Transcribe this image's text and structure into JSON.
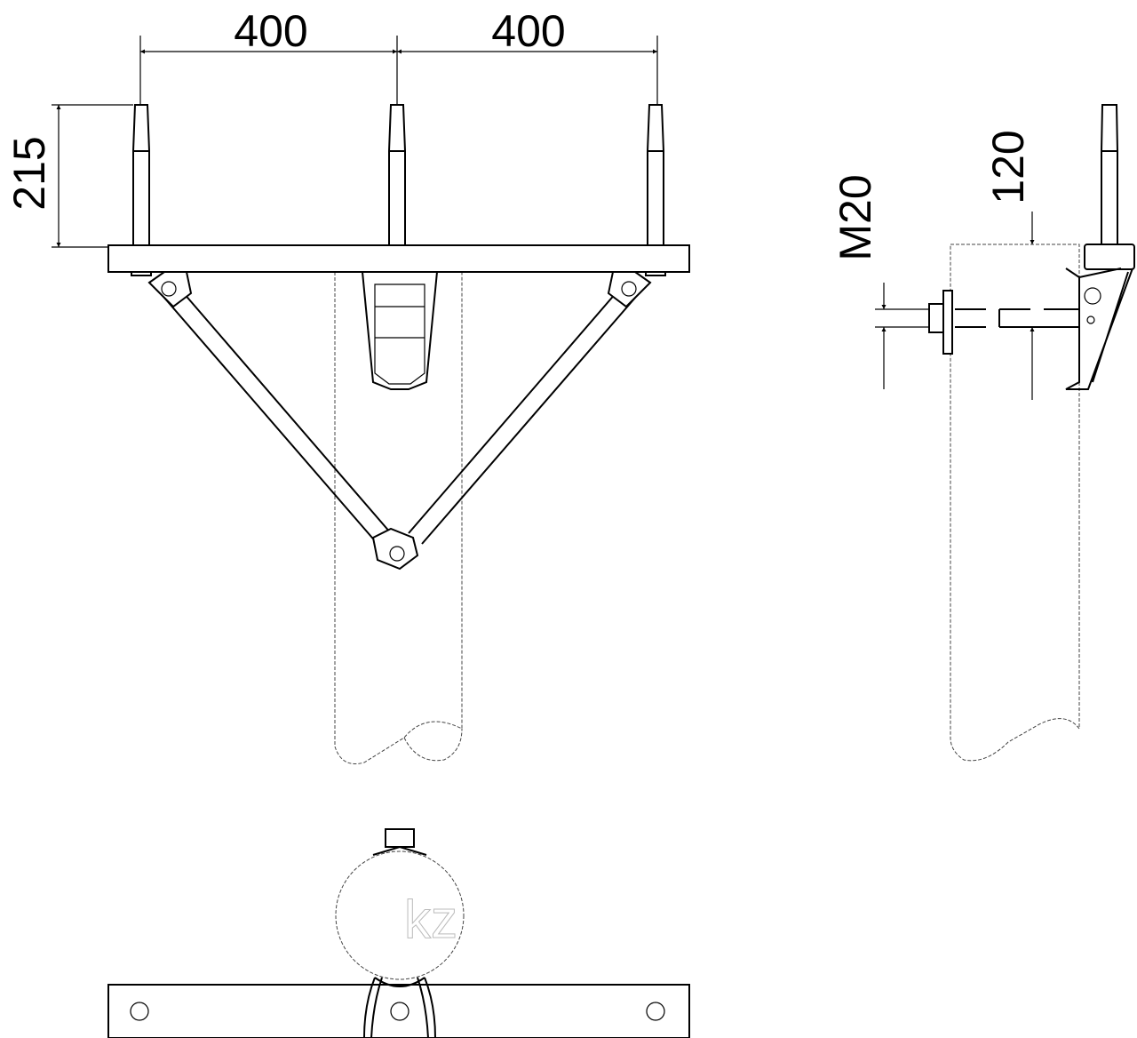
{
  "dimensions": {
    "spacing_left": "400",
    "spacing_right": "400",
    "pin_height": "215",
    "bolt_size": "M20",
    "offset": "120"
  },
  "watermark": "kz"
}
